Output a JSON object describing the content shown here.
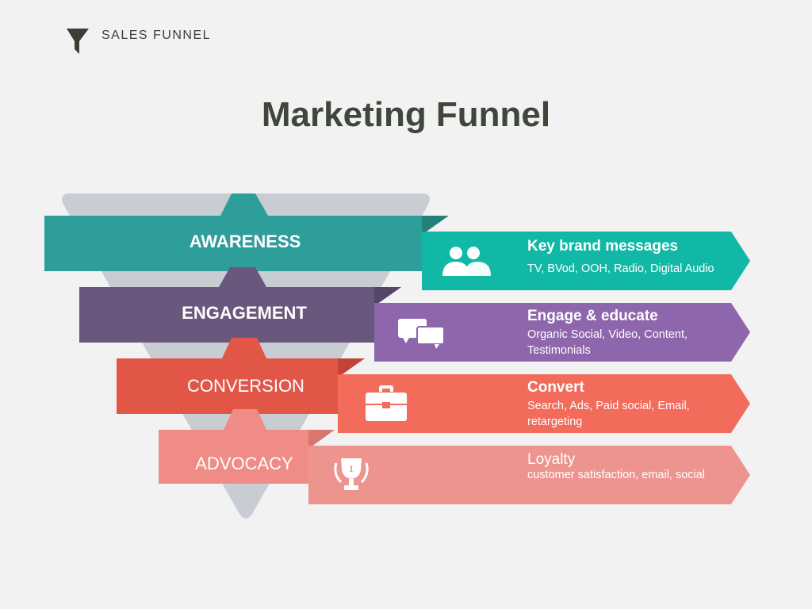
{
  "brand": {
    "label": "SALES FUNNEL",
    "icon": "funnel-icon"
  },
  "title": "Marketing Funnel",
  "colors": {
    "background": "#f1f2f1",
    "funnel_shadow": "#c7cdd3",
    "awareness": "#2e9e9a",
    "awareness_band": "#12b8a6",
    "engagement": "#6a577d",
    "engagement_band": "#8e66ac",
    "conversion": "#e25648",
    "conversion_band": "#f26b5b",
    "advocacy": "#ee8c85",
    "advocacy_band": "#ee948f"
  },
  "stages": [
    {
      "stage": "AWARENESS",
      "heading": "Key brand messages",
      "detail": "TV, BVod, OOH, Radio, Digital Audio",
      "icon": "users-icon"
    },
    {
      "stage": "ENGAGEMENT",
      "heading": "Engage & educate",
      "detail": "Organic Social, Video, Content, Testimonials",
      "icon": "chat-bubbles-icon"
    },
    {
      "stage": "CONVERSION",
      "heading": "Convert",
      "detail": "Search, Ads, Paid social, Email, retargeting",
      "icon": "briefcase-icon"
    },
    {
      "stage": "ADVOCACY",
      "heading": "Loyalty",
      "detail": "customer satisfaction, email, social",
      "icon": "trophy-icon"
    }
  ]
}
